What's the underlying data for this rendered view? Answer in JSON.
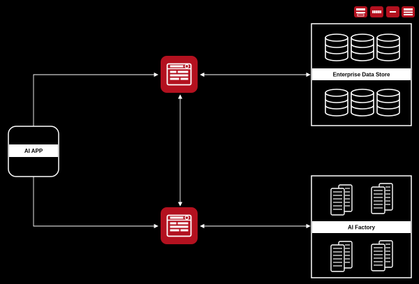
{
  "nodes": {
    "ai_app": {
      "label": "AI APP"
    },
    "data_store": {
      "label": "Enterprise Data Store"
    },
    "ai_factory": {
      "label": "AI Factory"
    }
  },
  "legend": {
    "icons": [
      "gateway-device-icon",
      "firewall-icon",
      "router-icon",
      "appliance-icon"
    ]
  },
  "colors": {
    "background": "#000000",
    "accent": "#b3111f",
    "line": "#ffffff"
  }
}
